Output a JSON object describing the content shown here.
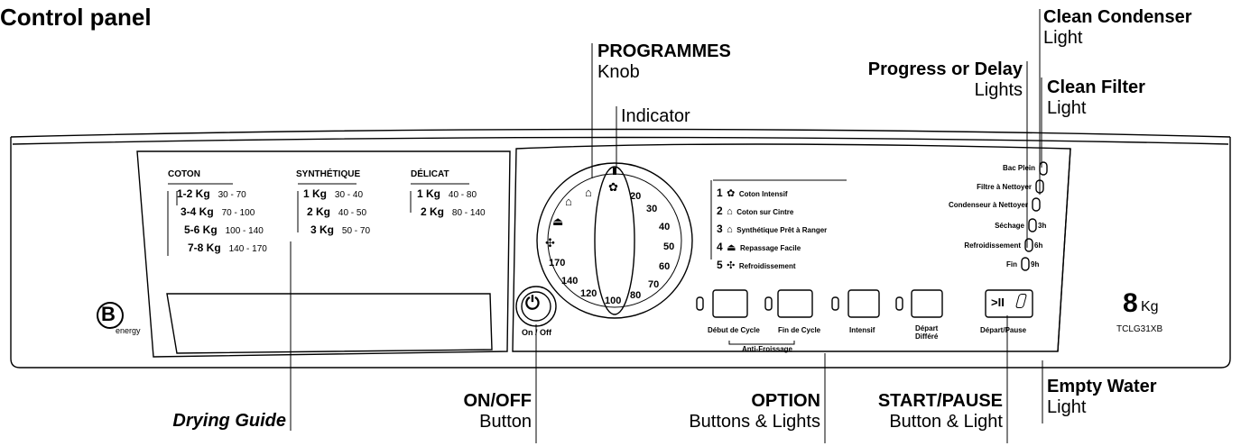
{
  "title": "Control panel",
  "callouts": {
    "programmes": {
      "bold": "PROGRAMMES",
      "normal": "Knob"
    },
    "indicator": "Indicator",
    "progress": {
      "bold": "Progress or Delay",
      "normal": "Lights"
    },
    "clean_condenser": {
      "bold": "Clean Condenser",
      "normal": "Light"
    },
    "clean_filter": {
      "bold": "Clean Filter",
      "normal": "Light"
    },
    "drying_guide": "Drying Guide",
    "onoff": {
      "bold": "ON/OFF",
      "normal": "Button"
    },
    "option": {
      "bold": "OPTION",
      "normal": "Buttons & Lights"
    },
    "startpause": {
      "bold": "START/PAUSE",
      "normal": "Button & Light"
    },
    "empty_water": {
      "bold": "Empty Water",
      "normal": "Light"
    }
  },
  "guide": {
    "coton": {
      "head": "COTON",
      "rows": [
        {
          "kg": "1-2 Kg",
          "range": "30 - 70"
        },
        {
          "kg": "3-4 Kg",
          "range": "70 - 100"
        },
        {
          "kg": "5-6 Kg",
          "range": "100 - 140"
        },
        {
          "kg": "7-8 Kg",
          "range": "140 - 170"
        }
      ]
    },
    "synth": {
      "head": "SYNTHÉTIQUE",
      "rows": [
        {
          "kg": "1 Kg",
          "range": "30 - 40"
        },
        {
          "kg": "2 Kg",
          "range": "40 - 50"
        },
        {
          "kg": "3 Kg",
          "range": "50 - 70"
        }
      ]
    },
    "delicat": {
      "head": "DÉLICAT",
      "rows": [
        {
          "kg": "1 Kg",
          "range": "40 - 80"
        },
        {
          "kg": "2 Kg",
          "range": "80 - 140"
        }
      ]
    }
  },
  "brand_b": "B",
  "brand_energy": "energy",
  "onoff_label": "On / Off",
  "dial_numbers": [
    "20",
    "30",
    "40",
    "50",
    "60",
    "70",
    "80",
    "100",
    "120",
    "140",
    "170"
  ],
  "programs": [
    {
      "num": "1",
      "label": "Coton Intensif"
    },
    {
      "num": "2",
      "label": "Coton sur Cintre"
    },
    {
      "num": "3",
      "label": "Synthétique Prêt à Ranger"
    },
    {
      "num": "4",
      "label": "Repassage Facile"
    },
    {
      "num": "5",
      "label": "Refroidissement"
    }
  ],
  "option_buttons": {
    "debut": "Début de Cycle",
    "fin": "Fin de Cycle",
    "anti": "Anti-Froissage",
    "intensif": "Intensif",
    "depart1": "Départ",
    "depart2": "Différé",
    "depart_pause": "Départ/Pause",
    "start_symbol": ">II"
  },
  "status_lights": [
    {
      "label": "Bac Plein",
      "suffix": ""
    },
    {
      "label": "Filtre à Nettoyer",
      "suffix": ""
    },
    {
      "label": "Condenseur à Nettoyer",
      "suffix": ""
    },
    {
      "label": "Séchage",
      "suffix": "3h"
    },
    {
      "label": "Refroidissement",
      "suffix": "6h"
    },
    {
      "label": "Fin",
      "suffix": "9h"
    }
  ],
  "capacity_num": "8",
  "capacity_unit": "Kg",
  "model": "TCLG31XB"
}
